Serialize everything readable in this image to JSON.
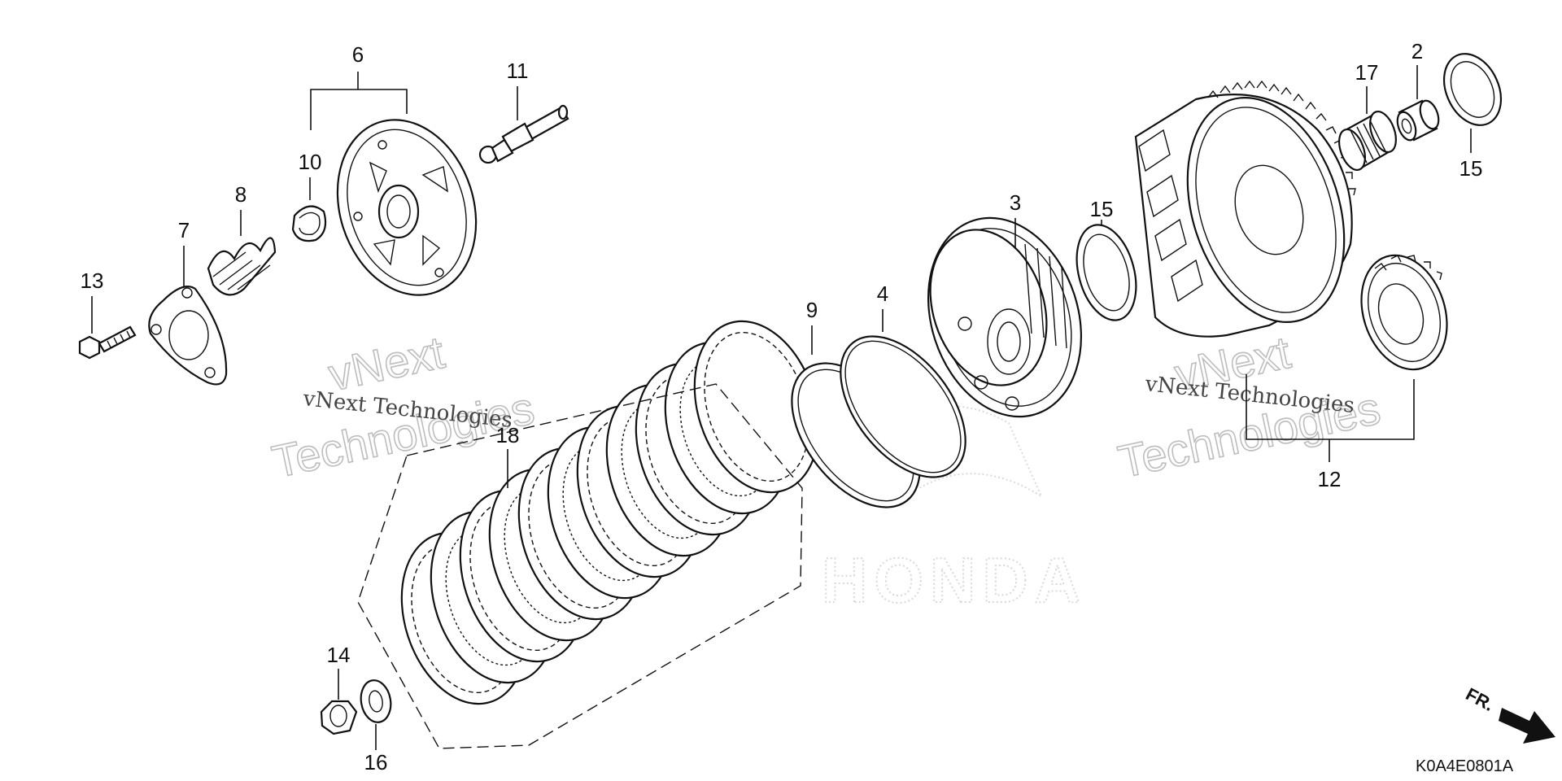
{
  "diagram": {
    "callouts": [
      {
        "id": "c6",
        "text": "6"
      },
      {
        "id": "c11",
        "text": "11"
      },
      {
        "id": "c10",
        "text": "10"
      },
      {
        "id": "c8",
        "text": "8"
      },
      {
        "id": "c7",
        "text": "7"
      },
      {
        "id": "c13a",
        "text": "13"
      },
      {
        "id": "c18",
        "text": "18"
      },
      {
        "id": "c14",
        "text": "14"
      },
      {
        "id": "c16",
        "text": "16"
      },
      {
        "id": "c9",
        "text": "9"
      },
      {
        "id": "c4",
        "text": "4"
      },
      {
        "id": "c3",
        "text": "3"
      },
      {
        "id": "c15a",
        "text": "15"
      },
      {
        "id": "c17",
        "text": "17"
      },
      {
        "id": "c2",
        "text": "2"
      },
      {
        "id": "c15b",
        "text": "15"
      },
      {
        "id": "c12",
        "text": "12"
      }
    ],
    "watermarks": {
      "small_left": "vNext Technologies",
      "small_right": "vNext Technologies",
      "big_line1": "vNext",
      "big_line2": "Technologies",
      "brand": "HONDA"
    },
    "front_indicator": "FR.",
    "diagram_code": "K0A4E0801A"
  }
}
